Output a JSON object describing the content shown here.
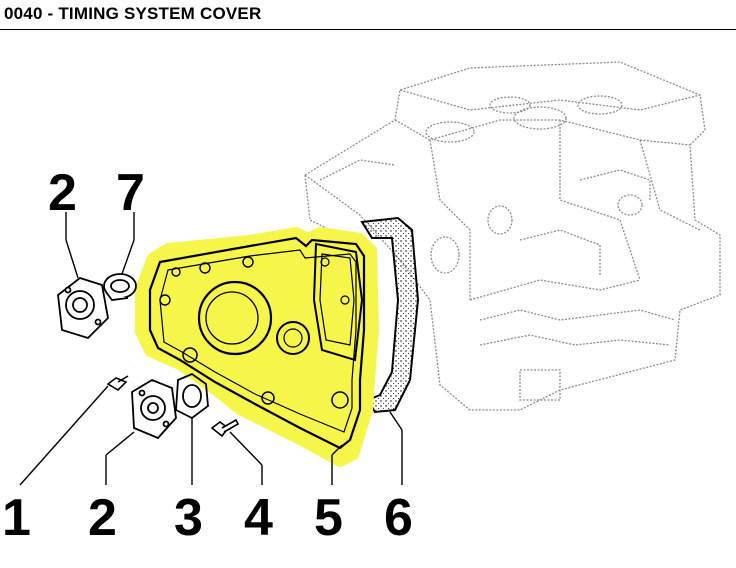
{
  "header": {
    "title": "0040 - TIMING SYSTEM COVER"
  },
  "callouts": {
    "c1": "1",
    "c2_bottom": "2",
    "c3": "3",
    "c4": "4",
    "c5": "5",
    "c6": "6",
    "c2_top": "2",
    "c7": "7"
  },
  "colors": {
    "highlight": "#f5f54a",
    "line": "#000000",
    "engine_line": "#8a8a8a"
  }
}
